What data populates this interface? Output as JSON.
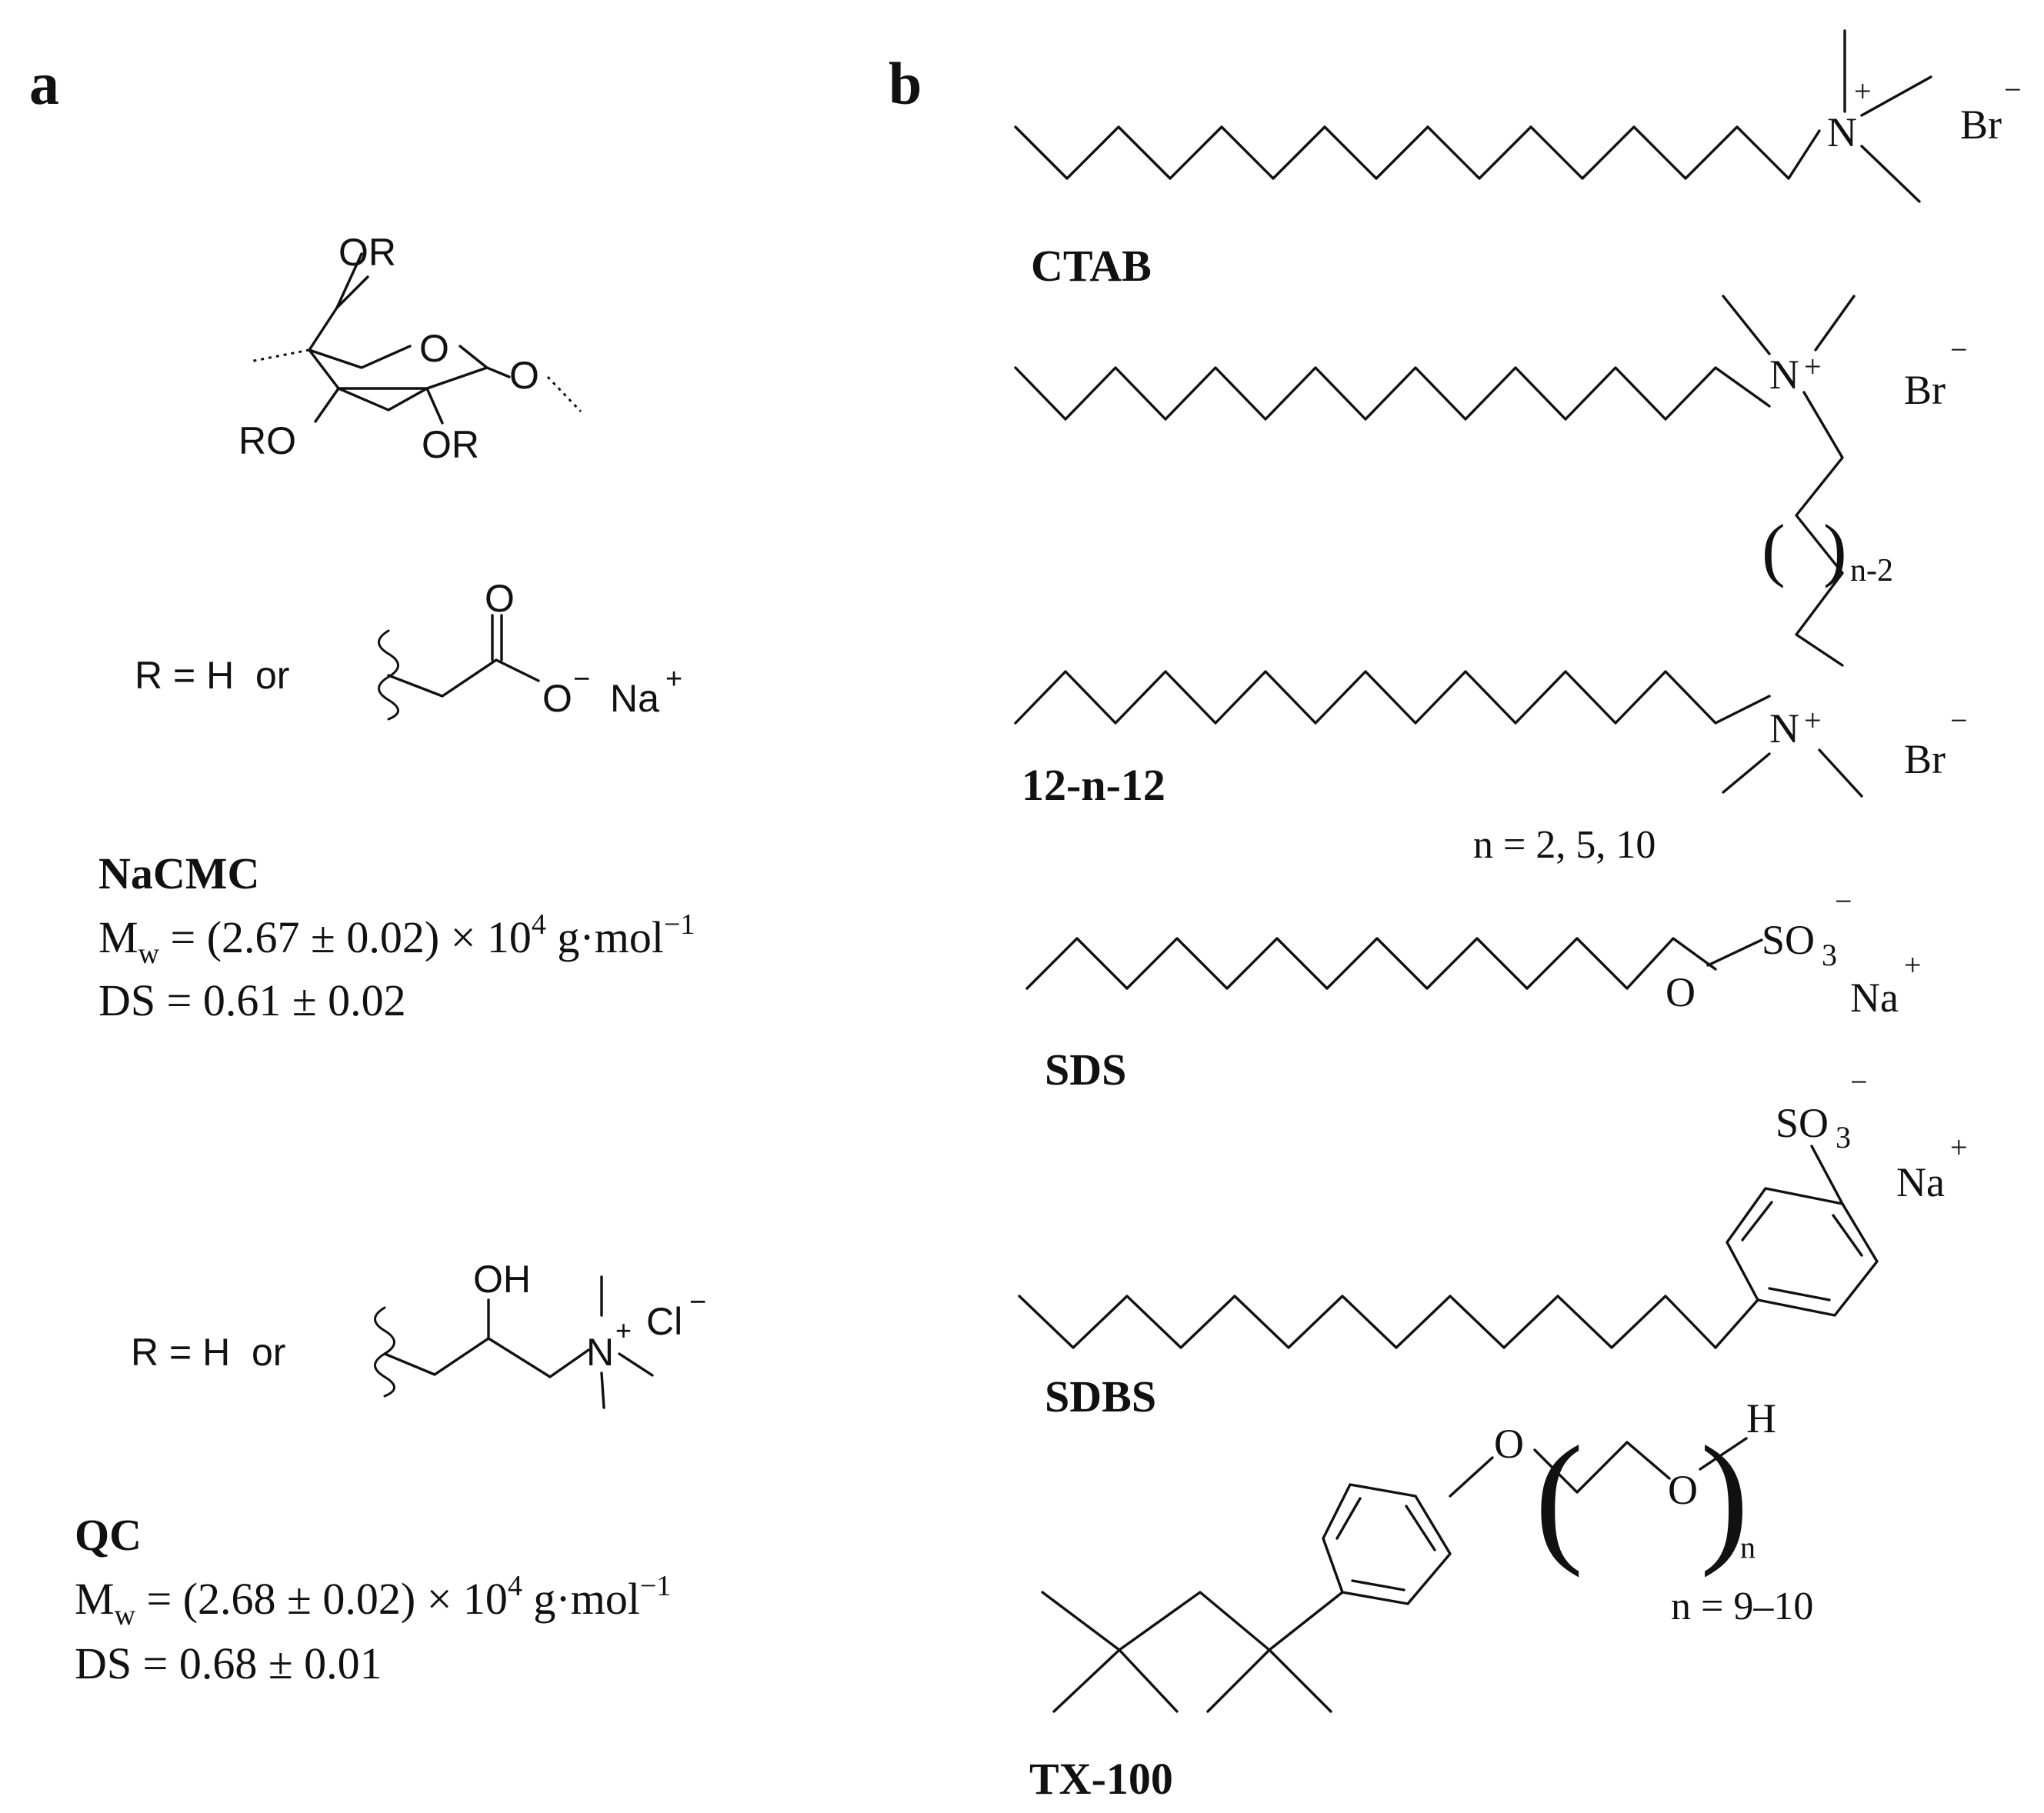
{
  "panel_a": {
    "label": "a",
    "glucose_unit": {
      "substituent_top": "OR",
      "ring_oxygen": "O",
      "glycosidic_oxygen": "O",
      "substituent_left": "RO",
      "substituent_right": "OR"
    },
    "nacmc": {
      "r_definition": "R = H  or",
      "carbonyl_oxygen": "O",
      "carboxylate": "O",
      "carboxylate_charge": "−",
      "counterion": "Na",
      "counterion_charge": "+",
      "name": "NaCMC",
      "mw_symbol": "M",
      "mw_subscript": "w",
      "mw_value": " = (2.67 ± 0.02) × 10",
      "mw_exponent": "4",
      "mw_unit": " g·mol",
      "mw_unit_exponent": "−1",
      "ds": "DS = 0.61 ± 0.02"
    },
    "qc": {
      "r_definition": "R = H  or",
      "hydroxyl": "OH",
      "nitrogen": "N",
      "nitrogen_charge": "+",
      "counterion": "Cl",
      "counterion_charge": "−",
      "name": "QC",
      "mw_symbol": "M",
      "mw_subscript": "w",
      "mw_value": " = (2.68 ± 0.02) × 10",
      "mw_exponent": "4",
      "mw_unit": " g·mol",
      "mw_unit_exponent": "−1",
      "ds": "DS = 0.68 ± 0.01"
    }
  },
  "panel_b": {
    "label": "b",
    "ctab": {
      "name": "CTAB",
      "nitrogen": "N",
      "nitrogen_charge": "+",
      "counterion": "Br",
      "counterion_charge": "−"
    },
    "gemini": {
      "name": "12-n-12",
      "nitrogen_top": "N",
      "nitrogen_top_charge": "+",
      "nitrogen_bottom": "N",
      "nitrogen_bottom_charge": "+",
      "counterion_top": "Br",
      "counterion_top_charge": "−",
      "counterion_bottom": "Br",
      "counterion_bottom_charge": "−",
      "paren_open": "(",
      "paren_close": ")",
      "repeat_subscript": "n-2",
      "n_values": "n = 2, 5, 10"
    },
    "sds": {
      "name": "SDS",
      "oxygen": "O",
      "sulfonate": "SO",
      "sulfonate_subscript": "3",
      "sulfonate_charge": "−",
      "counterion": "Na",
      "counterion_charge": "+"
    },
    "sdbs": {
      "name": "SDBS",
      "sulfonate": "SO",
      "sulfonate_subscript": "3",
      "sulfonate_charge": "−",
      "counterion": "Na",
      "counterion_charge": "+"
    },
    "tx100": {
      "name": "TX-100",
      "ether_oxygen": "O",
      "repeat_oxygen": "O",
      "terminal_hydrogen": "H",
      "paren_open": "(",
      "paren_close": ")",
      "repeat_subscript": "n",
      "n_values": "n = 9–10"
    }
  }
}
